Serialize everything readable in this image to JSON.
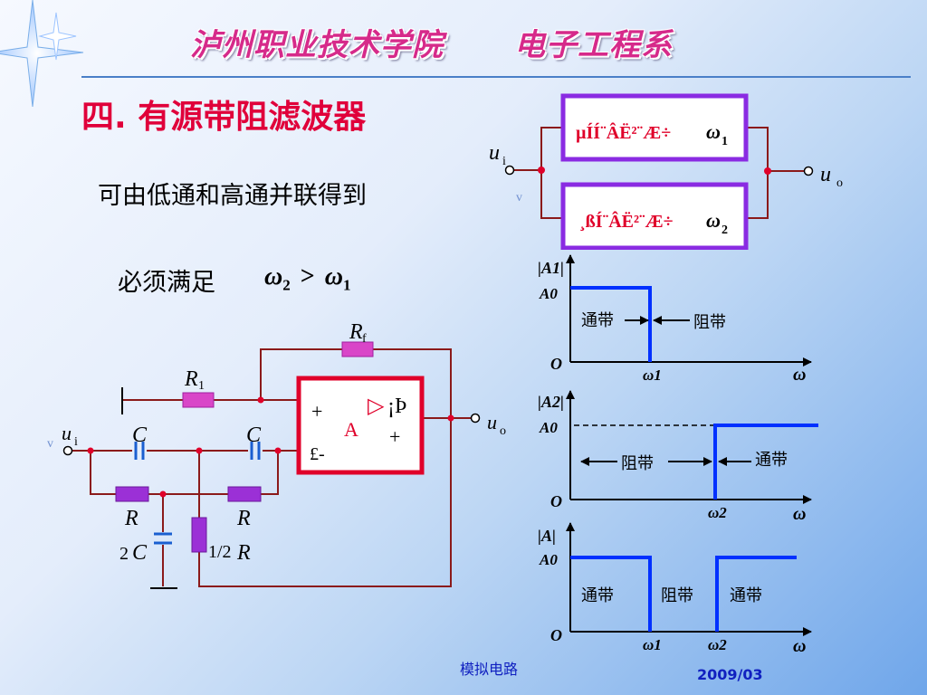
{
  "header": {
    "school": "泸州职业技术学院",
    "dept": "电子工程系"
  },
  "title": "四. 有源带阻滤波器",
  "text": {
    "parallel": "可由低通和高通并联得到",
    "must": "必须满足"
  },
  "condition": {
    "lhs": "ω",
    "lhs_sub": "2",
    "op": ">",
    "rhs": "ω",
    "rhs_sub": "1"
  },
  "block_diagram": {
    "box1": "µÍÍ¨ÂË²¨Æ÷",
    "box2": "¸ßÍ¨ÂË²¨Æ÷",
    "omega1": "ω",
    "omega1_sub": "1",
    "omega2": "ω",
    "omega2_sub": "2",
    "input": "u",
    "input_sub": "i",
    "output": "u",
    "output_sub": "o",
    "stray": "v"
  },
  "circuit": {
    "rf": "R",
    "rf_sub": "f",
    "r1": "R",
    "r1_sub": "1",
    "c_left": "C",
    "c_right": "C",
    "r_left": "R",
    "r_right": "R",
    "c_2": "2",
    "c_2c": "C",
    "r_half": "1/2",
    "r_half_r": "R",
    "ui": "u",
    "ui_sub": "i",
    "uo": "u",
    "uo_sub": "o",
    "stray": "v",
    "opamp": {
      "plus_top": "+",
      "minus": "£-",
      "triangle": "▷",
      "inf": "¡Þ",
      "plus_right": "+",
      "label": "A"
    }
  },
  "graphs": [
    {
      "ylabel": "|A1|",
      "a0": "A0",
      "origin": "O",
      "xlabel": "ω",
      "labels": [
        "通带",
        "阻带"
      ],
      "marks": [
        "ω1"
      ]
    },
    {
      "ylabel": "|A2|",
      "a0": "A0",
      "origin": "O",
      "xlabel": "ω",
      "labels": [
        "阻带",
        "通带"
      ],
      "marks": [
        "ω2"
      ]
    },
    {
      "ylabel": "|A|",
      "a0": "A0",
      "origin": "O",
      "xlabel": "ω",
      "labels": [
        "通带",
        "阻带",
        "通带"
      ],
      "marks": [
        "ω1",
        "ω2"
      ]
    }
  ],
  "footer": {
    "course": "模拟电路",
    "date": "2009/03"
  },
  "colors": {
    "title": "#e0003a",
    "header": "#d62a8a",
    "box_border": "#8a2be2",
    "wire": "#8b1a1a",
    "curve": "#0030ff",
    "resistor": "#d946c8"
  }
}
